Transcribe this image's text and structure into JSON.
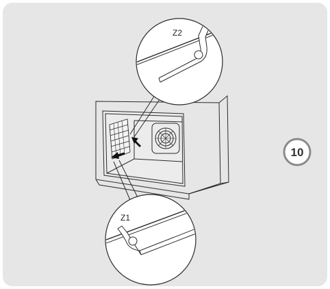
{
  "colors": {
    "panel_bg": "#e6e6e6",
    "line": "#2a2a2a",
    "badge_fill": "#ffffff",
    "badge_ring": "#8a8a8a"
  },
  "diagram": {
    "callout_top": {
      "label": "Z2"
    },
    "callout_bottom": {
      "label": "Z1"
    },
    "step_badge": {
      "number": "10"
    }
  }
}
